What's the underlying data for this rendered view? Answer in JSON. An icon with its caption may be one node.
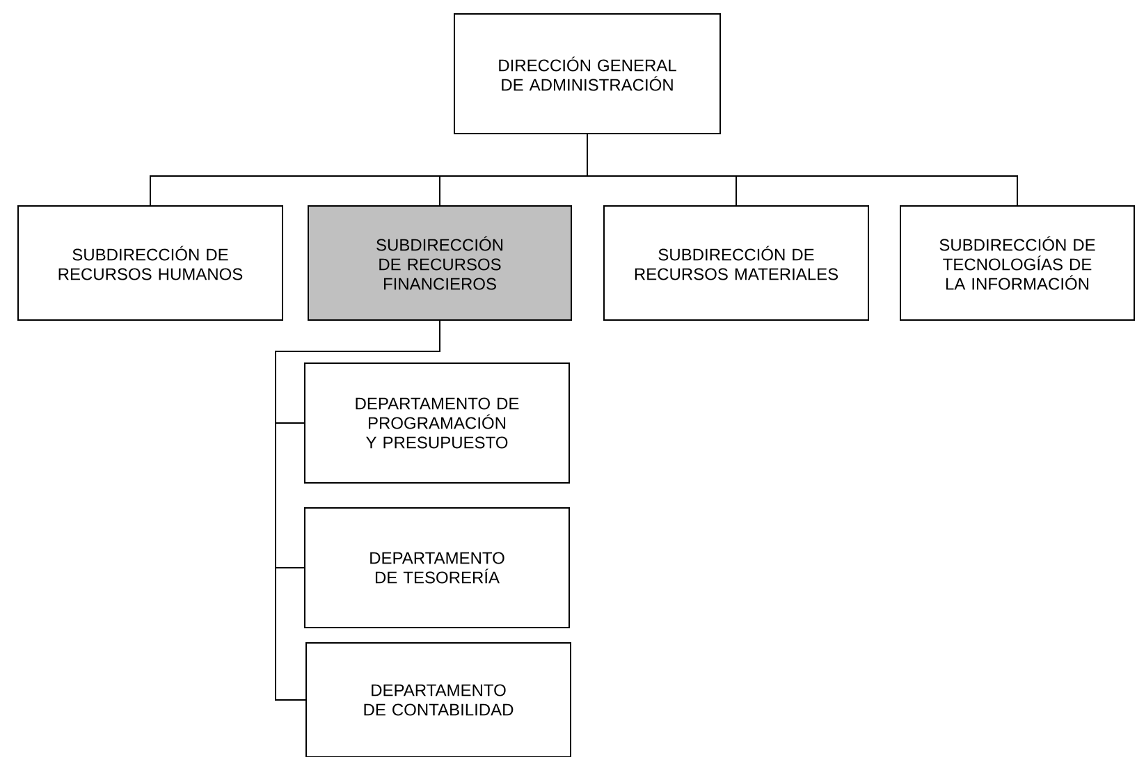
{
  "diagram": {
    "nodes": [
      {
        "text": [
          "DIRECCIÓN GENERAL DE ADMINISTRACIÓN"
        ]
      },
      {
        "text": [
          "SUBDIRECCIÓN DE RECURSOS HUMANOS"
        ]
      },
      {
        "text": [
          "SUBDIRECCIÓN DE RECURSOS FINANCIEROS"
        ]
      },
      {
        "text": [
          "SUBDIRECCIÓN DE RECURSOS MATERIALES"
        ]
      },
      {
        "text": [
          "SUBDIRECCIÓN DE TECNOLOGÍAS DE LA INFORMACIÓN"
        ]
      },
      {
        "text": [
          "DEPARTAMENTO DE PROGRAMACIÓN Y PRESUPUESTO"
        ]
      },
      {
        "text": [
          "DEPARTAMENTO DE TESORERÍA"
        ]
      },
      {
        "text": [
          "DEPARTAMENTO DE CONTABILIDAD"
        ]
      }
    ],
    "edges": [
      {
        "from": 0,
        "to": 1,
        "arrow": "none"
      },
      {
        "from": 0,
        "to": 2,
        "arrow": "none"
      },
      {
        "from": 0,
        "to": 3,
        "arrow": "none"
      },
      {
        "from": 0,
        "to": 4,
        "arrow": "none"
      },
      {
        "from": 2,
        "to": 5,
        "arrow": "none"
      },
      {
        "from": 2,
        "to": 6,
        "arrow": "none"
      },
      {
        "from": 2,
        "to": 7,
        "arrow": "none"
      }
    ]
  }
}
